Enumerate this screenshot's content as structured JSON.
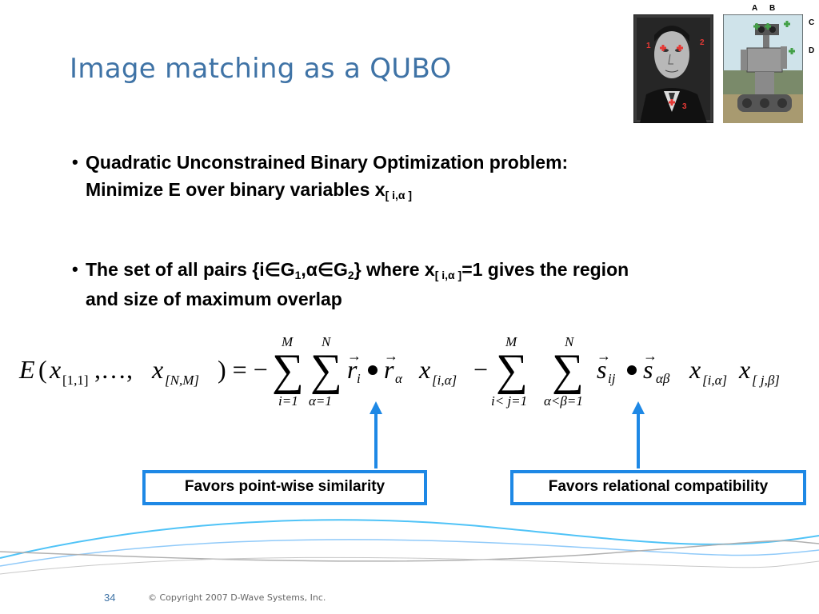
{
  "slide": {
    "title": "Image matching as a QUBO",
    "page_number": "34",
    "copyright": "© Copyright 2007 D-Wave Systems, Inc."
  },
  "bullets": [
    {
      "line1": "Quadratic Unconstrained Binary Optimization problem:",
      "line2_prefix": "Minimize E over binary variables x",
      "line2_sub": "[ i,α ]"
    },
    {
      "prefix": "The set of all pairs {i",
      "elem1": "∈",
      "g1": "G",
      "g1_sub": "1",
      "comma_alpha": ",α",
      "elem2": "∈",
      "g2": "G",
      "g2_sub": "2",
      "close": "} where x",
      "x_sub": "[ i,α ]",
      "suffix": "=1 gives the region",
      "line2": "and size of maximum overlap"
    }
  ],
  "equation": {
    "lhs_E": "E",
    "lhs_x1_sub": "[1,1]",
    "lhs_dots": ",…,",
    "lhs_x2_sub": "[N,M]",
    "equals_minus": ") = −",
    "sum1_top": "M",
    "sum1_bottom": "i=1",
    "sum2_top": "N",
    "sum2_bottom": "α=1",
    "r_i_sub": "i",
    "r_a_sub": "α",
    "x_term1_sub": "[i,α]",
    "minus": "−",
    "sum3_top": "M",
    "sum3_bottom": "i< j=1",
    "sum4_top": "N",
    "sum4_bottom": "α<β=1",
    "s_ij_sub": "ij",
    "s_ab_sub": "αβ",
    "x_term2_sub": "[i,α]",
    "x_term3_sub": "[ j,β]"
  },
  "callouts": {
    "left": "Favors point-wise similarity",
    "right": "Favors relational compatibility"
  },
  "image_labels": {
    "face_markers": [
      "1",
      "2",
      "3"
    ],
    "robot_markers": [
      "A",
      "B",
      "C",
      "D"
    ]
  },
  "colors": {
    "title": "#3f73a6",
    "callout_border": "#1e88e5",
    "arrow": "#1e88e5",
    "marker_red": "#e53935",
    "marker_green": "#43a047"
  }
}
